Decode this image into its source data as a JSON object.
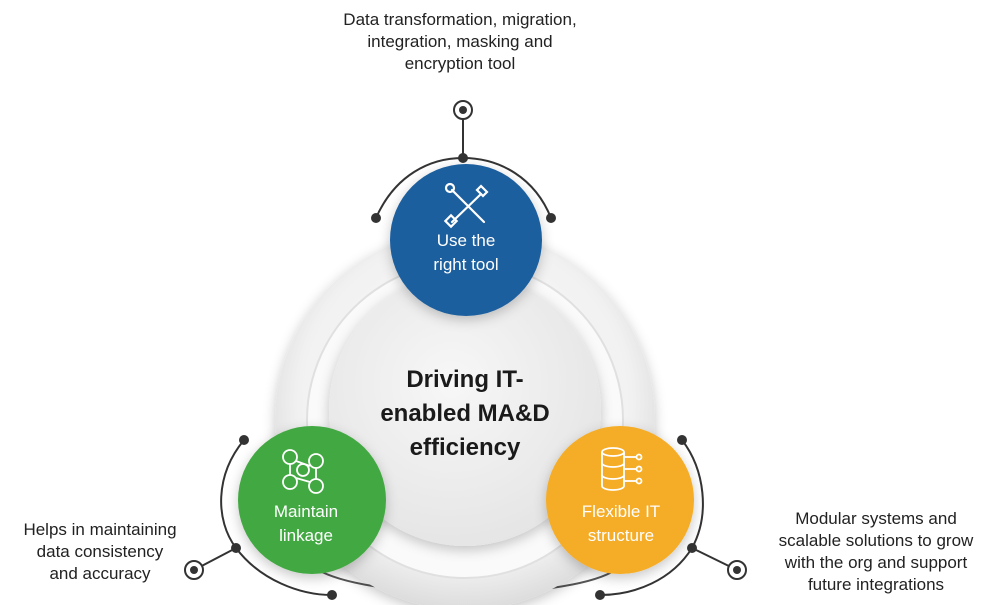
{
  "center": {
    "title": "Driving IT-\nenabled MA&D\nefficiency"
  },
  "nodes": [
    {
      "id": "tool",
      "label": "Use the\nright tool",
      "color": "#1f5e9e",
      "icon": "tools-icon",
      "caption": "Data transformation, migration,\nintegration, masking and\nencryption tool"
    },
    {
      "id": "linkage",
      "label": "Maintain\nlinkage",
      "color": "#43a843",
      "icon": "network-people-icon",
      "caption": "Helps in maintaining\ndata consistency\nand accuracy"
    },
    {
      "id": "flexible",
      "label": "Flexible IT\nstructure",
      "color": "#f5ac25",
      "icon": "database-icon",
      "caption": "Modular systems and\nscalable solutions to grow\nwith the org and support\nfuture integrations"
    }
  ],
  "colors": {
    "connector": "#333333",
    "ring": "#e6e6e6",
    "center_fill": "#f0f0f0"
  }
}
